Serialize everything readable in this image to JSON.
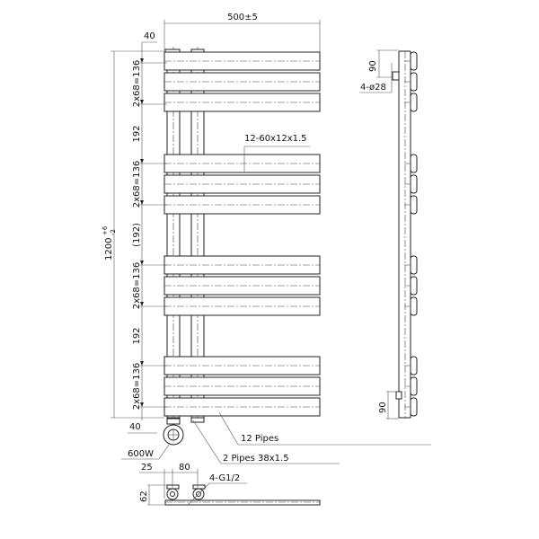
{
  "front_view": {
    "width_dim": "500±5",
    "top_offset_dim": "40",
    "bottom_offset_dim": "40",
    "height_dim": "1200",
    "height_tol_upper": "+6",
    "height_tol_lower": "-2",
    "group_spacing_labels": [
      "2x68=136",
      "192",
      "2x68=136",
      "(192)",
      "2x68=136",
      "192",
      "2x68=136"
    ],
    "bar_callout": "12-60x12x1.5",
    "element_label": "600W",
    "pipes_label": "12 Pipes",
    "vertical_pipes_label": "2 Pipes  38x1.5"
  },
  "side_view": {
    "top_bracket_dim": "90",
    "bottom_bracket_dim": "90",
    "bracket_label": "4-ø28"
  },
  "bottom_view": {
    "edge_dim": "25",
    "pipe_spacing_dim": "80",
    "connection_label": "4-G1/2",
    "depth_dim": "62"
  }
}
